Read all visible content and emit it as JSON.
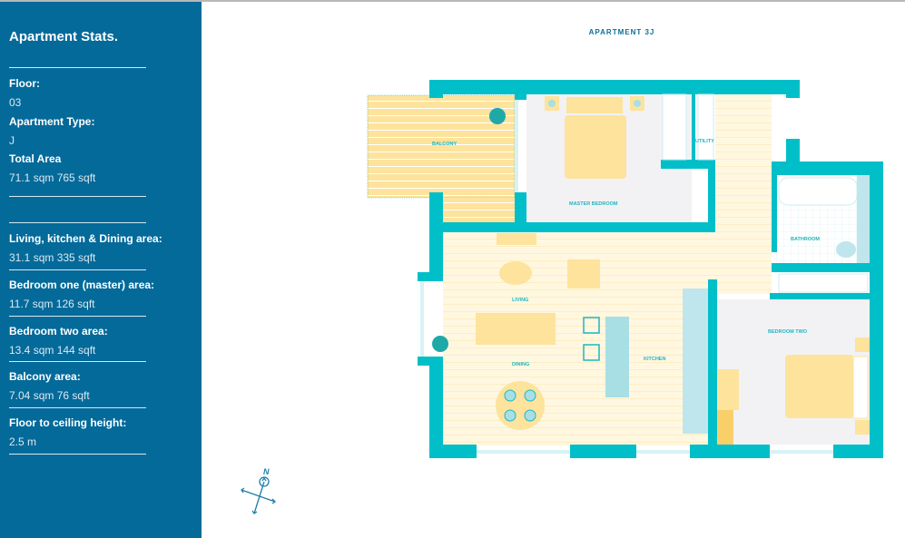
{
  "sidebar": {
    "title": "Apartment Stats.",
    "floor_label": "Floor:",
    "floor_value": "03",
    "type_label": "Apartment Type:",
    "type_value": "J",
    "total_label": "Total Area",
    "total_value": "71.1 sqm 765 sqft",
    "areas": [
      {
        "label": "Living, kitchen & Dining area:",
        "value": "31.1 sqm 335 sqft"
      },
      {
        "label": "Bedroom one (master) area:",
        "value": "11.7 sqm 126 sqft"
      },
      {
        "label": "Bedroom two area:",
        "value": "13.4 sqm 144 sqft"
      },
      {
        "label": "Balcony area:",
        "value": "7.04 sqm 76 sqft"
      },
      {
        "label": "Floor to ceiling height:",
        "value": "2.5 m"
      }
    ]
  },
  "plan": {
    "title": "APARTMENT 3J",
    "rooms": {
      "balcony": "BALCONY",
      "master": "MASTER BEDROOM",
      "utility": "UTILITY",
      "bathroom": "BATHROOM",
      "living": "LIVING",
      "dining": "DINING",
      "kitchen": "KITCHEN",
      "bedroom_two": "BEDROOM TWO"
    },
    "compass_label": "N",
    "colors": {
      "wall": "#00bfc8",
      "floor": "#fff6dc",
      "furniture": "#fde39c",
      "sidebar": "#046a9a"
    }
  }
}
